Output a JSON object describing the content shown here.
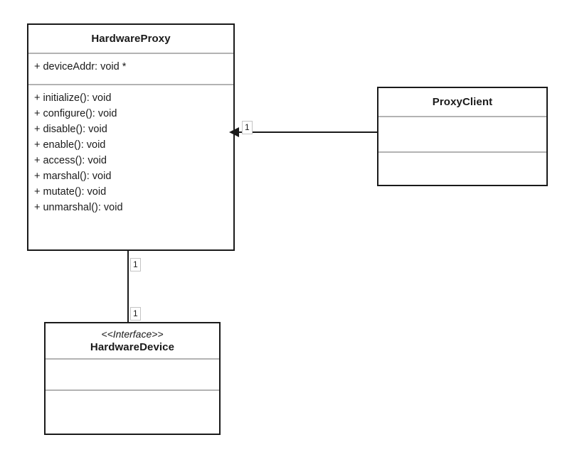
{
  "diagram": {
    "type": "uml-class-diagram",
    "background_color": "#ffffff",
    "line_color": "#1a1a1a",
    "divider_color": "#b3b3b3"
  },
  "classes": {
    "hardware_proxy": {
      "name": "HardwareProxy",
      "attributes": [
        "+ deviceAddr: void *"
      ],
      "methods": [
        "+ initialize(): void",
        "+ configure(): void",
        "+ disable(): void",
        "+ enable(): void",
        "+ access(): void",
        "+ marshal(): void",
        "+ mutate(): void",
        "+ unmarshal(): void"
      ]
    },
    "proxy_client": {
      "name": "ProxyClient",
      "attributes": [],
      "methods": []
    },
    "hardware_device": {
      "stereotype": "<<Interface>>",
      "name": "HardwareDevice",
      "attributes": [],
      "methods": []
    }
  },
  "associations": {
    "client_to_proxy": {
      "source": "ProxyClient",
      "target": "HardwareProxy",
      "arrow": "filled-triangle",
      "target_multiplicity": "1"
    },
    "proxy_to_device": {
      "source": "HardwareProxy",
      "target": "HardwareDevice",
      "arrow": "none",
      "source_multiplicity": "1",
      "target_multiplicity": "1"
    }
  }
}
